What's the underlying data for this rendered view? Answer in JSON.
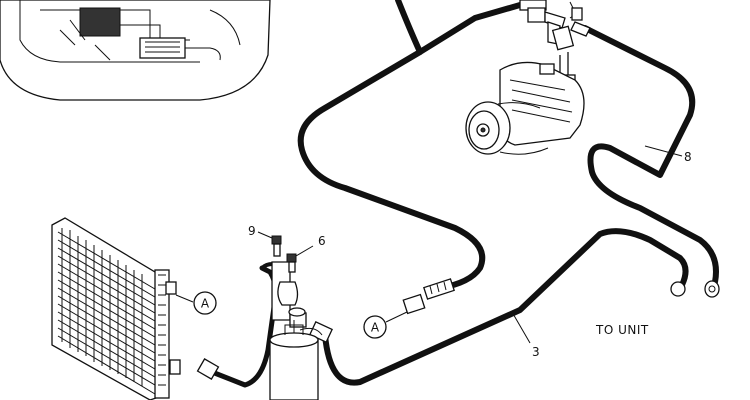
{
  "callouts": {
    "n3": "3",
    "n6": "6",
    "n8": "8",
    "n9": "9",
    "circle_a_left": "A",
    "circle_a_center": "A"
  },
  "note": "TO UNIT",
  "colors": {
    "ink": "#111111",
    "paper": "#ffffff"
  }
}
